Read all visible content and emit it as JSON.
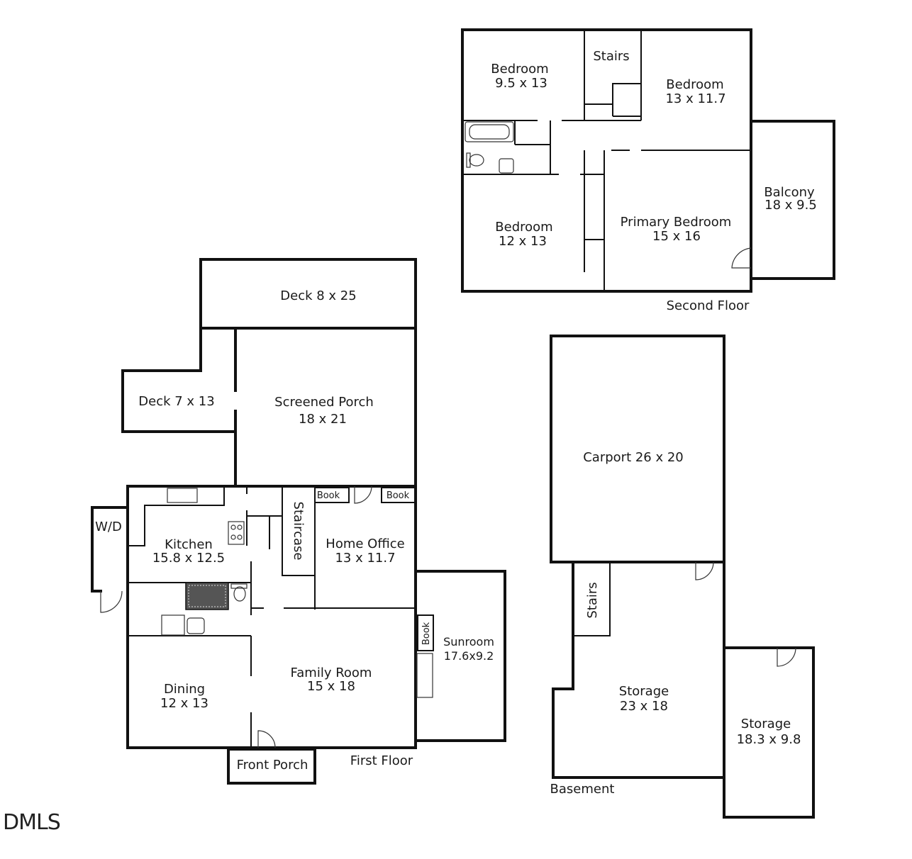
{
  "second_floor": {
    "label": "Second Floor",
    "rooms": {
      "bedroom_a": {
        "name": "Bedroom",
        "size": "9.5 x 13"
      },
      "stairs": {
        "name": "Stairs"
      },
      "bedroom_b": {
        "name": "Bedroom",
        "size": "13 x 11.7"
      },
      "bedroom_c": {
        "name": "Bedroom",
        "size": "12 x 13"
      },
      "primary": {
        "name": "Primary Bedroom",
        "size": "15 x 16"
      },
      "balcony": {
        "name": "Balcony",
        "size": "18 x 9.5"
      }
    }
  },
  "first_floor": {
    "label": "First Floor",
    "rooms": {
      "deck_upper": {
        "name": "Deck 8 x 25"
      },
      "deck_left": {
        "name": "Deck 7 x 13"
      },
      "screened": {
        "name": "Screened Porch",
        "size": "18 x 21"
      },
      "wd": {
        "name": "W/D"
      },
      "kitchen": {
        "name": "Kitchen",
        "size": "15.8 x 12.5"
      },
      "staircase": {
        "name": "Staircase"
      },
      "office": {
        "name": "Home Office",
        "size": "13 x 11.7"
      },
      "sunroom": {
        "name": "Sunroom",
        "size": "17.6x9.2"
      },
      "dining": {
        "name": "Dining",
        "size": "12 x 13"
      },
      "family": {
        "name": "Family Room",
        "size": "15 x 18"
      },
      "front_porch": {
        "name": "Front Porch"
      }
    },
    "book_labels": [
      "Book",
      "Book",
      "Book"
    ]
  },
  "basement": {
    "label": "Basement",
    "rooms": {
      "carport": {
        "name": "Carport 26 x 20"
      },
      "stairs": {
        "name": "Stairs"
      },
      "storage_main": {
        "name": "Storage",
        "size": "23 x 18"
      },
      "storage_side": {
        "name": "Storage",
        "size": "18.3 x 9.8"
      }
    }
  },
  "watermark": "DMLS"
}
